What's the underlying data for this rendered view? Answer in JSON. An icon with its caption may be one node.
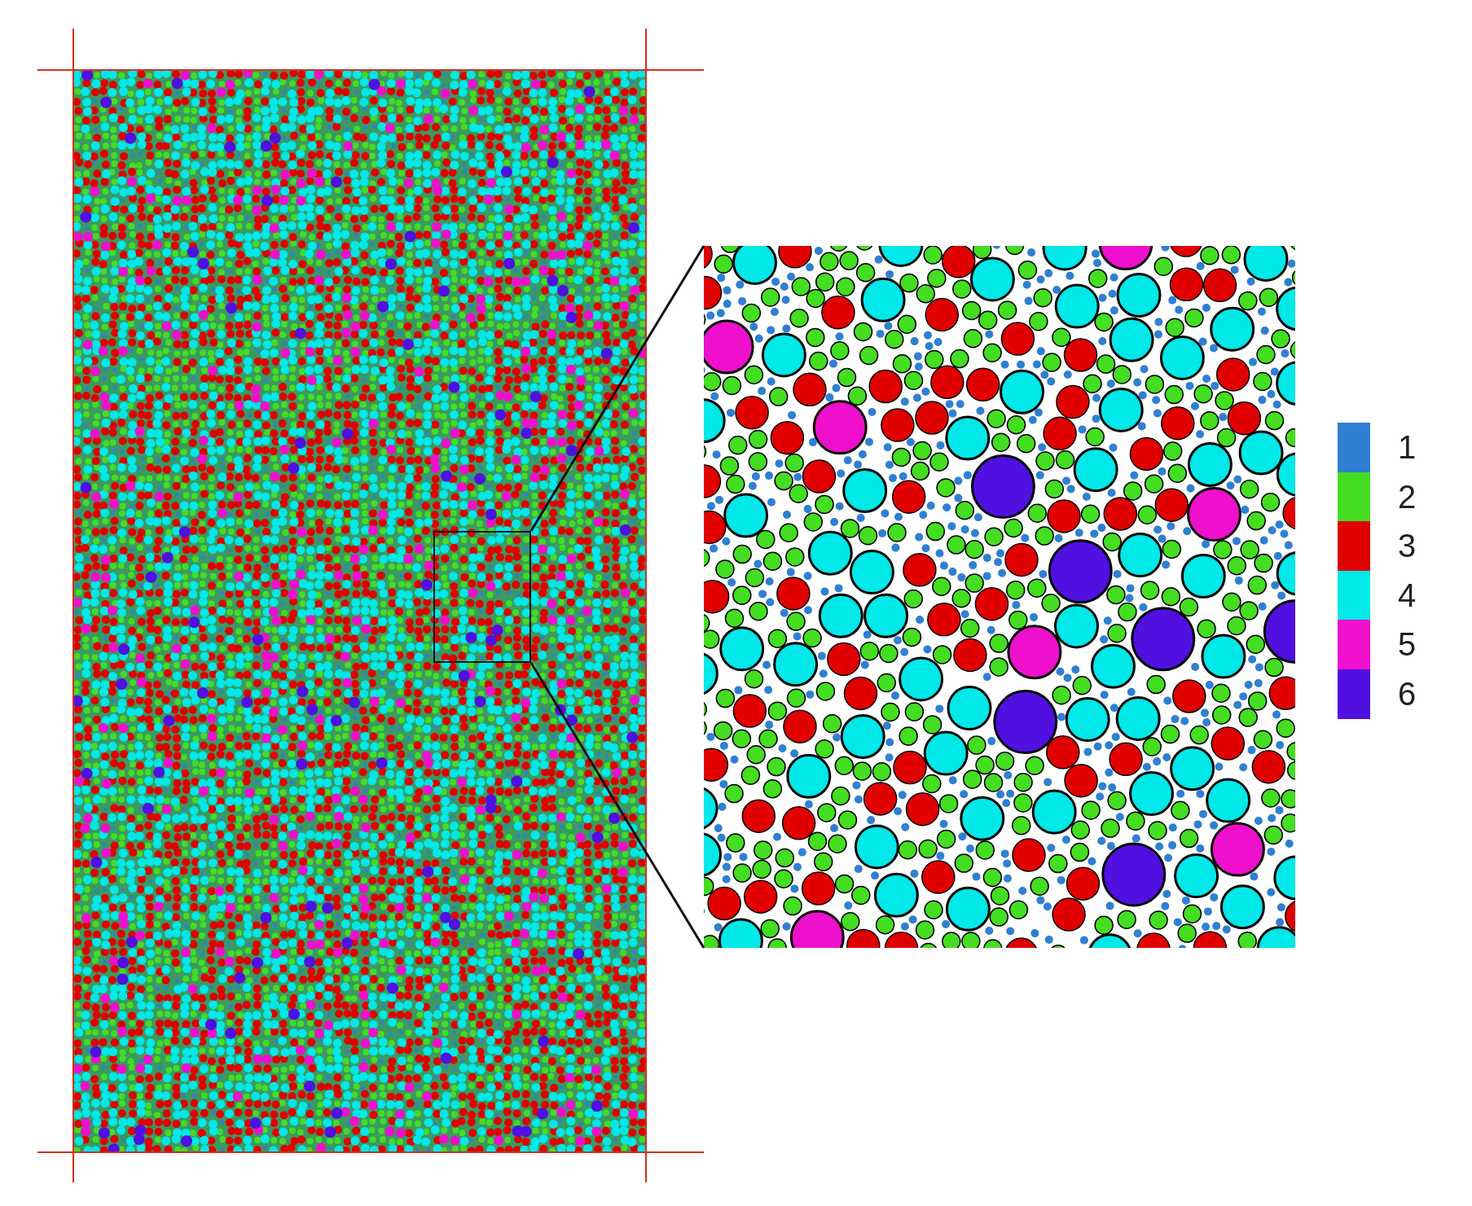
{
  "diagram": {
    "nodes": [
      {
        "text": [],
        "shape": "box"
      },
      {
        "text": [],
        "shape": "picture"
      }
    ],
    "edges": [
      {
        "from": 0,
        "to": 1,
        "arrow": "none"
      },
      {
        "from": 0,
        "to": 1,
        "arrow": "none"
      }
    ],
    "legend": [
      {
        "text": "1",
        "color": "#2f7fd2"
      },
      {
        "text": "2",
        "color": "#44dd22"
      },
      {
        "text": "3",
        "color": "#e00000"
      },
      {
        "text": "4",
        "color": "#00e8e8"
      },
      {
        "text": "5",
        "color": "#ee10cc"
      },
      {
        "text": "6",
        "color": "#5010e0"
      }
    ]
  }
}
